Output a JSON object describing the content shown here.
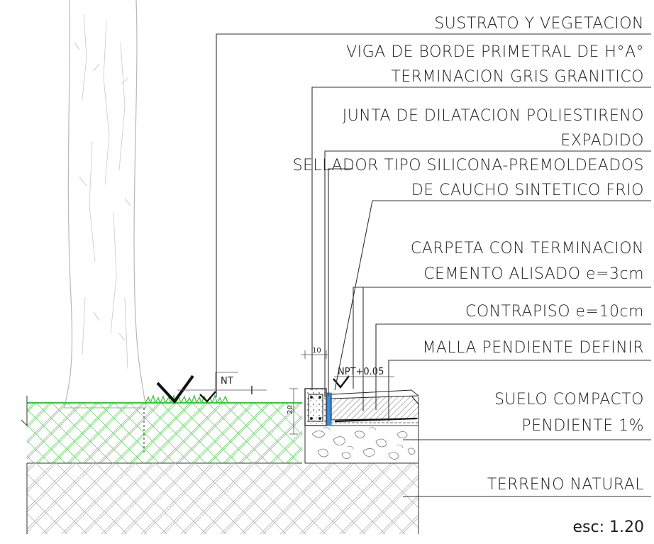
{
  "labels": {
    "sustrato": "SUSTRATO Y VEGETACION",
    "viga_1": "VIGA DE BORDE PRIMETRAL DE H°A°",
    "viga_2": "TERMINACION GRIS GRANITICO",
    "junta_1": "JUNTA DE DILATACION POLIESTIRENO",
    "junta_2": "EXPADIDO",
    "sellador_1": "SELLADOR TIPO SILICONA-PREMOLDEADOS",
    "sellador_2": "DE CAUCHO SINTETICO FRIO",
    "carpeta_1": "CARPETA CON TERMINACION",
    "carpeta_2": "CEMENTO ALISADO e=3cm",
    "contrapiso": "CONTRAPISO e=10cm",
    "malla": "MALLA PENDIENTE DEFINIR",
    "suelo_1": "SUELO COMPACTO",
    "suelo_2": "PENDIENTE 1%",
    "terreno": "TERRENO NATURAL"
  },
  "level_marks": {
    "nt": "NT",
    "npt": "NPT+0.05"
  },
  "dimensions": {
    "beam_height": "20",
    "beam_width": "10"
  },
  "scale": "esc: 1.20",
  "colors": {
    "vegetation": "#37c837",
    "joint": "#3a8fe0",
    "ink": "#1e1e1e"
  }
}
